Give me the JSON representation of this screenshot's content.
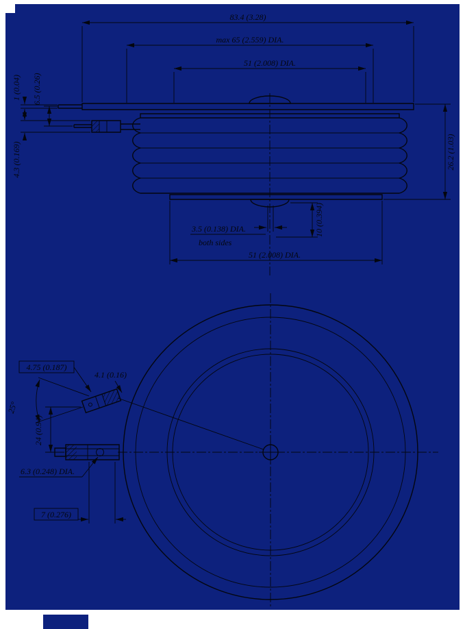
{
  "drawing": {
    "background_color": "#0d217d",
    "line_color": "#04060e",
    "type": "technical outline drawing, capsule (puck) semiconductor housing",
    "views": [
      "side cross-section",
      "bottom plan view"
    ]
  },
  "side_view": {
    "overall_width": "83.4 (3.28)",
    "max_body_dia": "max 65 (2.559) DIA.",
    "pole_face_dia_top": "51 (2.008) DIA.",
    "lead_offset": "6.5 (0.26)",
    "flange_thickness": "1 (0.04)",
    "gate_lead_height": "4.3 (0.169)",
    "overall_height": "26.2 (1.03)",
    "center_hole_dia": "3.5 (0.138) DIA.",
    "center_hole_note": "both sides",
    "recess_depth": "10 (0.394)",
    "pole_face_dia_bottom": "51 (2.008) DIA."
  },
  "plan_view": {
    "gate_terminal_width": "4.75 (0.187)",
    "gate_terminal_tip": "4.1 (0.16)",
    "gate_angle": "25°",
    "terminal_offset": "24 (0.94)",
    "terminal_hole_dia": "6.3 (0.248) DIA.",
    "terminal_end_length": "7 (0.276)"
  }
}
